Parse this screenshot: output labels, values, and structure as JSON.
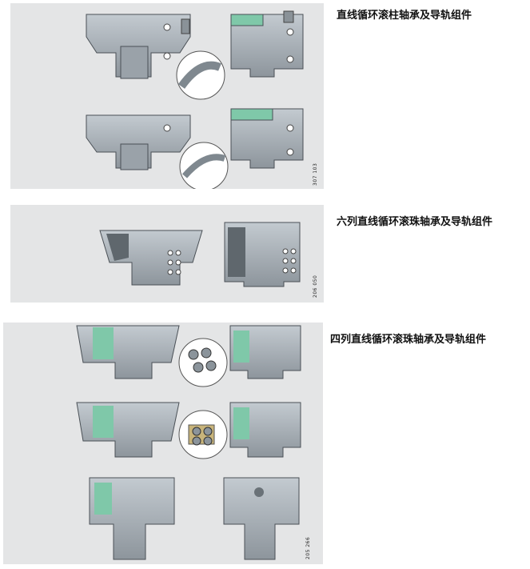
{
  "sections": [
    {
      "caption": "直线循环滚柱轴承及导轨组件",
      "code": "307 103"
    },
    {
      "caption": "六列直线循环滚珠轴承及导轨组件",
      "code": "206 050"
    },
    {
      "caption": "四列直线循环滚珠轴承及导轨组件",
      "code": "205 266"
    }
  ],
  "colors": {
    "panel": "#e4e5e6",
    "steel": "#a9b1b8",
    "steel_dark": "#6c747b",
    "seal_green": "#7fc8a9",
    "caption": "#111111"
  }
}
